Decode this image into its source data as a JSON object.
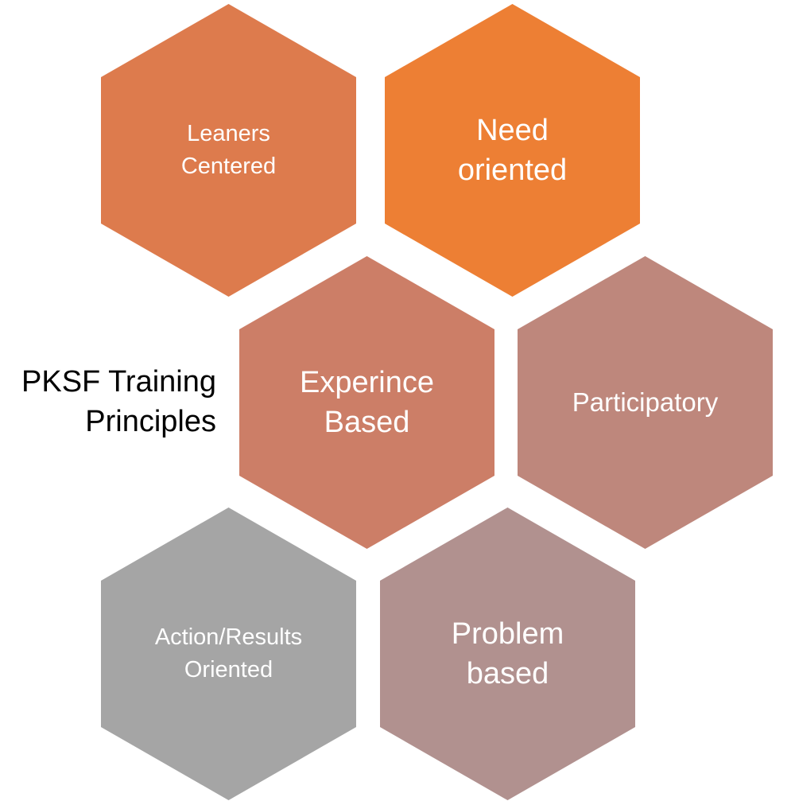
{
  "title": {
    "line1": "PKSF Training",
    "line2": "Principles"
  },
  "hexagons": [
    {
      "line1": "Leaners",
      "line2": "Centered",
      "color": "#dd7b4d"
    },
    {
      "line1": "Need",
      "line2": "oriented",
      "color": "#ed7f34"
    },
    {
      "line1": "Experince",
      "line2": "Based",
      "color": "#cc7e67"
    },
    {
      "line1": "Participatory",
      "line2": "",
      "color": "#be877c"
    },
    {
      "line1": "Action/Results",
      "line2": "Oriented",
      "color": "#a5a5a5"
    },
    {
      "line1": "Problem",
      "line2": "based",
      "color": "#b1918f"
    }
  ]
}
